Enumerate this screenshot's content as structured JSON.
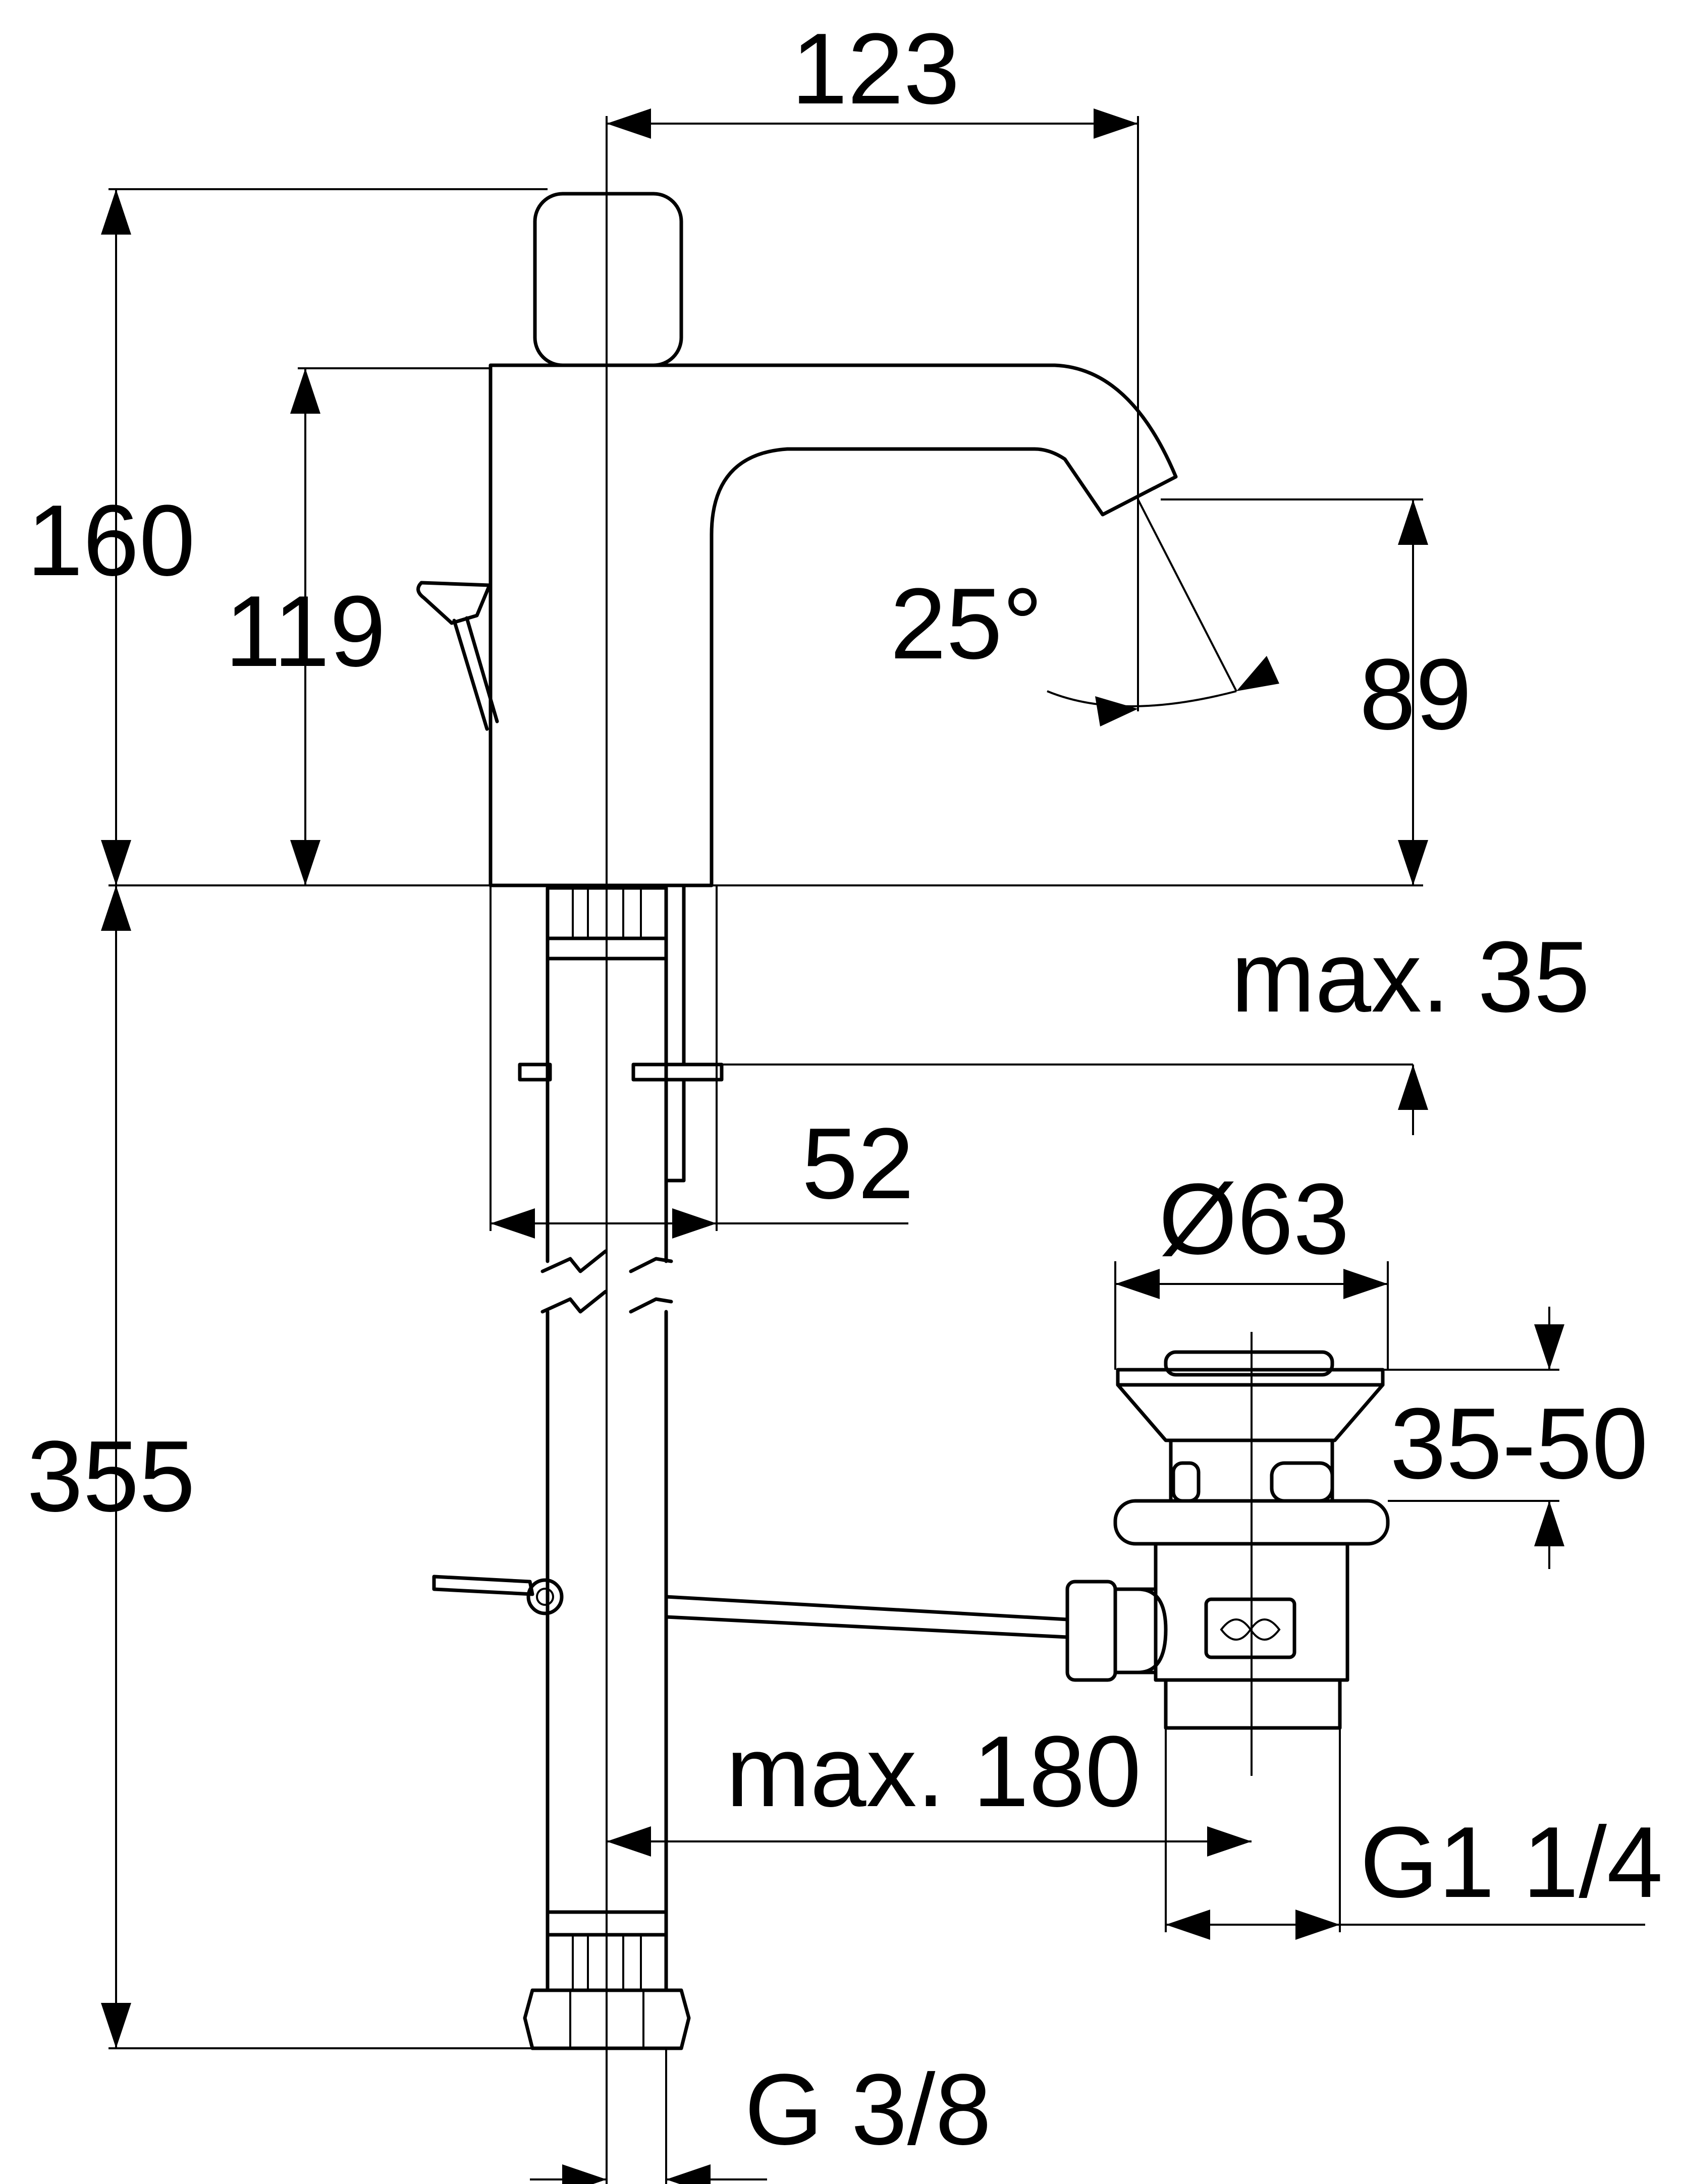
{
  "colors": {
    "stroke": "#000000",
    "background": "#ffffff"
  },
  "dimensions": {
    "top_width": "123",
    "total_height": "160",
    "body_height": "119",
    "spout_height": "89",
    "spout_angle": "25°",
    "deck_thickness": "max. 35",
    "base_diameter": "52",
    "waste_diameter": "Ø63",
    "waste_range": "35-50",
    "rod_reach": "max. 180",
    "waste_thread": "G1 1/4",
    "below_deck": "355",
    "hose_thread": "G 3/8"
  }
}
